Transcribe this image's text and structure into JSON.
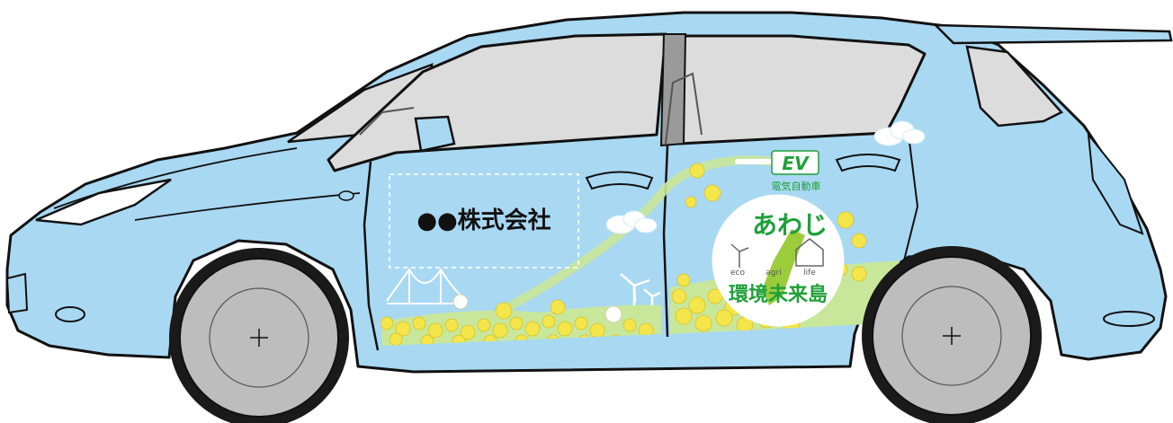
{
  "placeholder": {
    "company_name": "●●株式会社"
  },
  "ev_badge": {
    "logo_text": "EV",
    "caption": "電気自動車"
  },
  "emblem": {
    "title": "あわじ",
    "icons": [
      "eco",
      "agri",
      "life"
    ],
    "subtitle": "環境未来島"
  },
  "colors": {
    "body": "#a9d8f2",
    "window": "#dcdcdc",
    "tire": "#bdbdbd",
    "flower": "#f3e54a",
    "leaf_green": "#9ccc3c",
    "badge_green": "#1fa03a",
    "outline": "#111111"
  }
}
